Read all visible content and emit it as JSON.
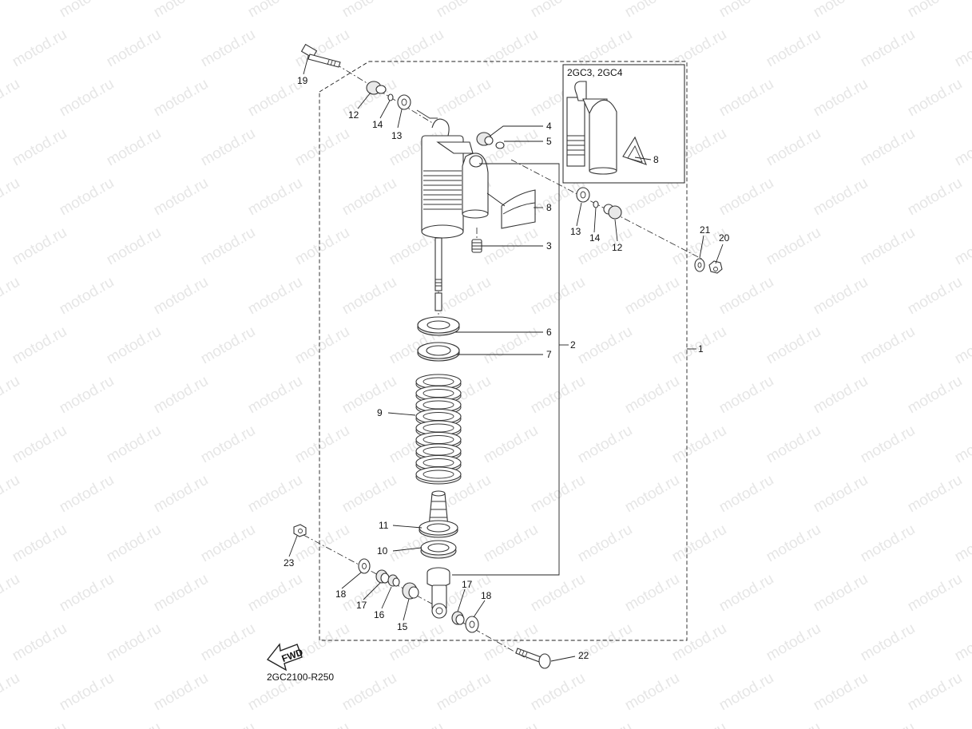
{
  "watermark": "motod.ru",
  "variant_box_label": "2GC3, 2GC4",
  "diagram_code": "2GC2100-R250",
  "fwd_label": "FWD",
  "callouts": {
    "c1": "1",
    "c2": "2",
    "c3": "3",
    "c4": "4",
    "c5": "5",
    "c6": "6",
    "c7": "7",
    "c8": "8",
    "c8b": "8",
    "c9": "9",
    "c10": "10",
    "c11": "11",
    "c12a": "12",
    "c12b": "12",
    "c13a": "13",
    "c13b": "13",
    "c14a": "14",
    "c14b": "14",
    "c15": "15",
    "c16": "16",
    "c17a": "17",
    "c17b": "17",
    "c18a": "18",
    "c18b": "18",
    "c19": "19",
    "c20": "20",
    "c21": "21",
    "c22": "22",
    "c23": "23"
  }
}
